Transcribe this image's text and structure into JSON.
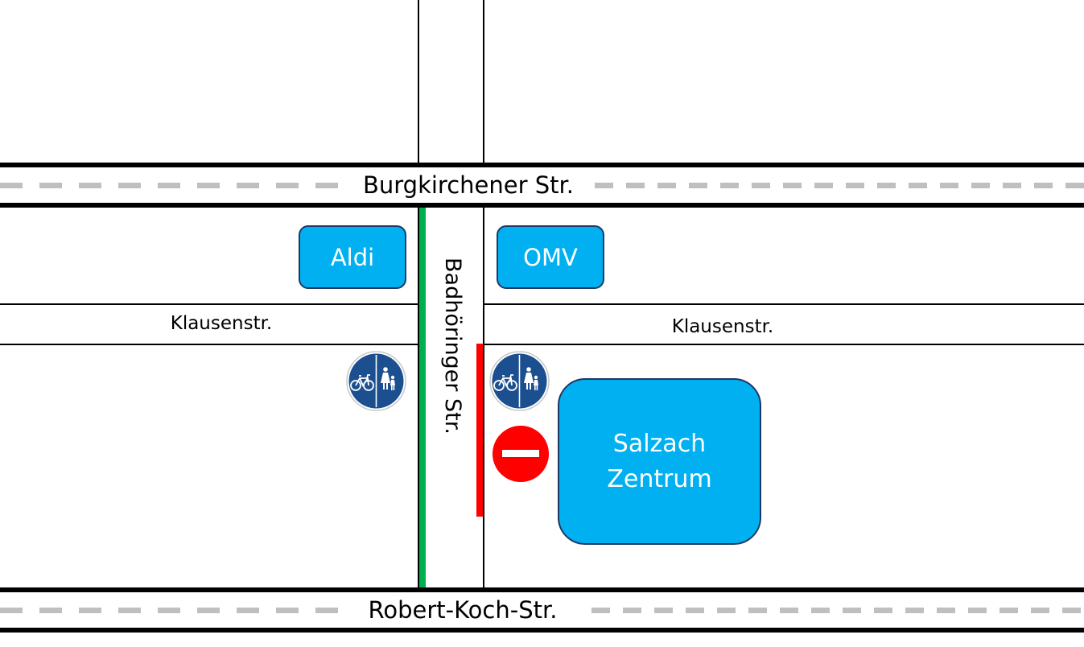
{
  "streets": {
    "burgkirchener": "Burgkirchener Str.",
    "robert_koch": "Robert-Koch-Str.",
    "badhoeringer": "Badhöringer Str.",
    "klausen_left": "Klausenstr.",
    "klausen_right": "Klausenstr."
  },
  "places": {
    "aldi": "Aldi",
    "omv": "OMV",
    "salzach_line1": "Salzach",
    "salzach_line2": "Zentrum"
  },
  "signs": {
    "left": "shared-cycle-pedestrian-path-sign",
    "right": "shared-cycle-pedestrian-path-sign",
    "no_entry": "no-entry-sign"
  },
  "markings": {
    "green_lane": "allowed-path",
    "red_lane": "blocked-path"
  },
  "colors": {
    "poi_fill": "#00b0f0",
    "poi_border": "#1f3864",
    "green": "#00b050",
    "red": "#ff0000",
    "sign_blue": "#1c4f8f",
    "dash_gray": "#bfbfbf"
  }
}
